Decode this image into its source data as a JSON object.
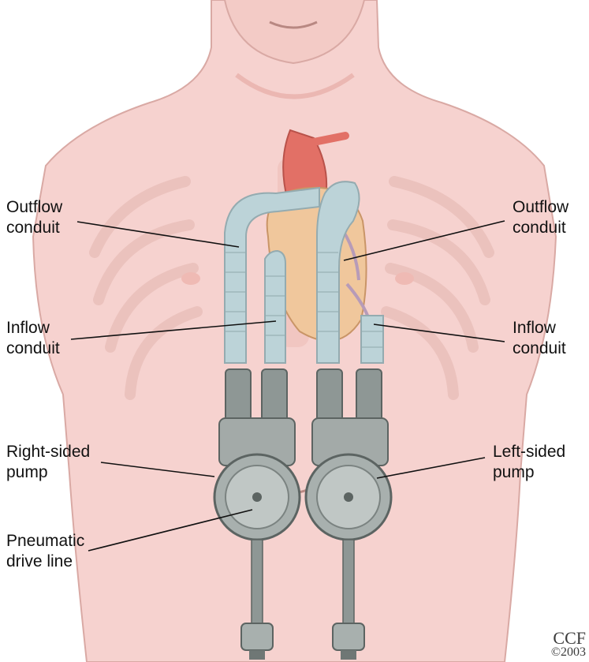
{
  "labels": {
    "outflow_left": "Outflow\nconduit",
    "outflow_right": "Outflow\nconduit",
    "inflow_left": "Inflow\nconduit",
    "inflow_right": "Inflow\nconduit",
    "right_pump": "Right-sided\npump",
    "left_pump": "Left-sided\npump",
    "drive_line": "Pneumatic\ndrive line"
  },
  "credit": {
    "org": "CCF",
    "year": "©2003"
  },
  "colors": {
    "skin": "#f6d2cf",
    "skin_shade": "#ebb7b2",
    "conduit": "#bcd3d8",
    "pump": "#a8b0ae",
    "heart": "#f0c79c",
    "aorta": "#e27066"
  }
}
